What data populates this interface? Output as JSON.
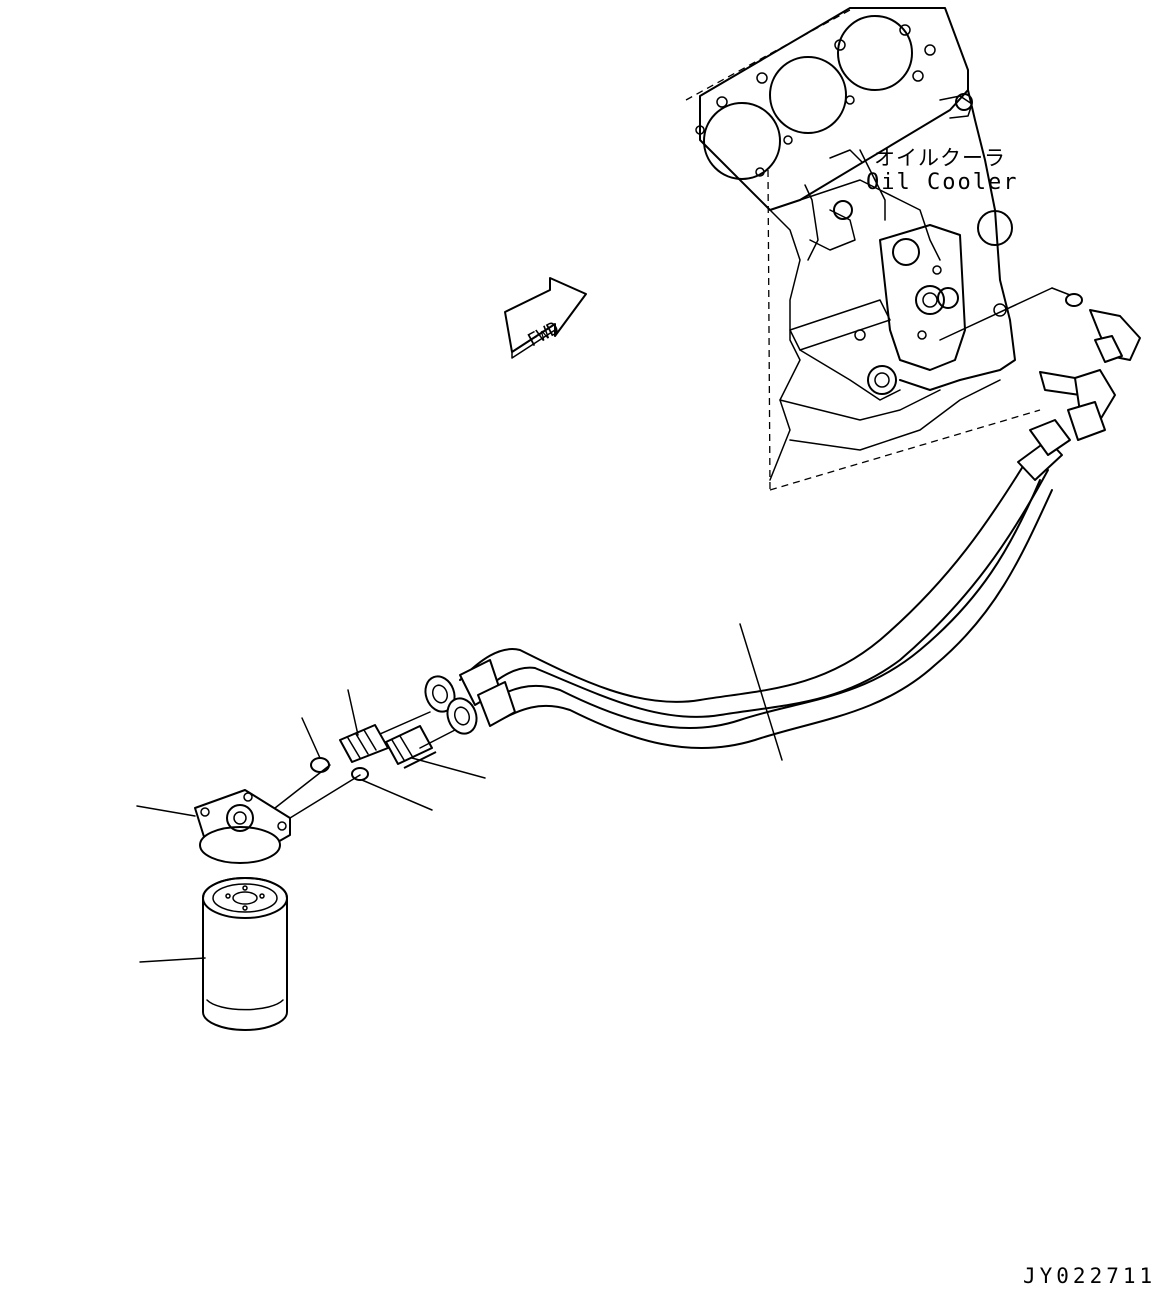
{
  "callout": {
    "japanese": "オイルクーラ",
    "english": "Oil Cooler"
  },
  "direction_label": "FWD",
  "drawing_code": "JY022711",
  "icons": [
    "fwd-direction-arrow-icon"
  ]
}
